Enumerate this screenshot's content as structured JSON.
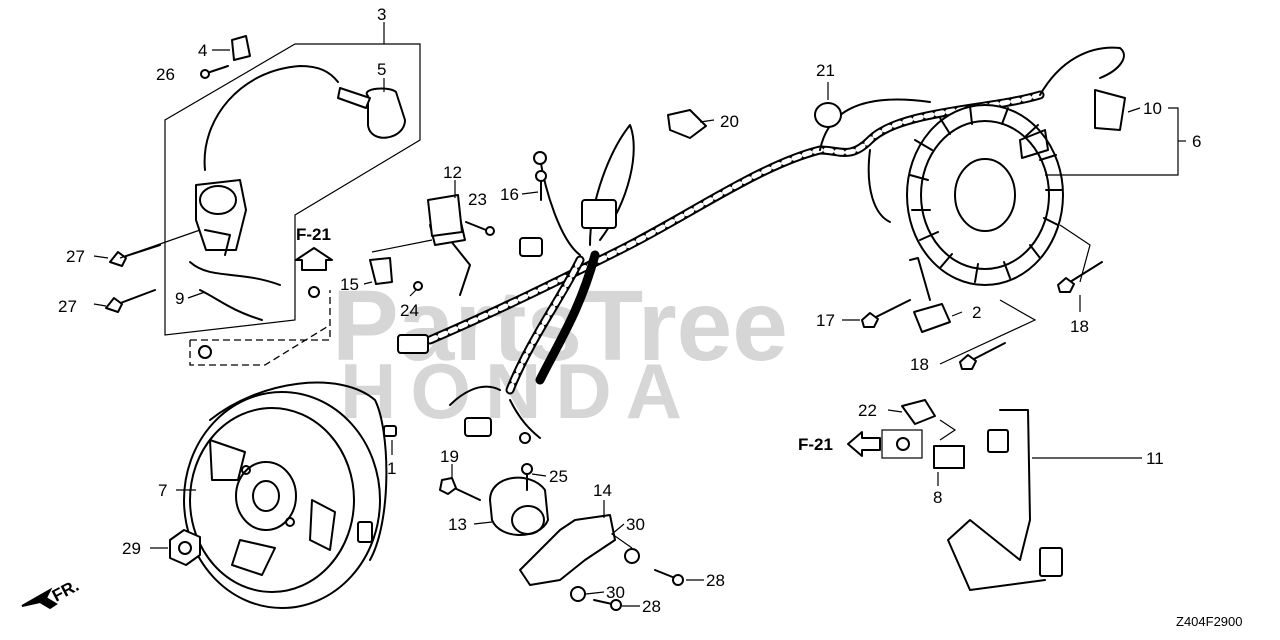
{
  "watermark": {
    "line1": "PartsTree",
    "line2": "HONDA"
  },
  "diagram_code": "Z404F2900",
  "direction_label": "FR.",
  "ref_labels": [
    "F-21",
    "F-21"
  ],
  "callouts": [
    "1",
    "2",
    "3",
    "4",
    "5",
    "6",
    "7",
    "8",
    "9",
    "10",
    "11",
    "12",
    "13",
    "14",
    "15",
    "16",
    "17",
    "18",
    "18",
    "19",
    "20",
    "21",
    "22",
    "23",
    "24",
    "25",
    "26",
    "27",
    "27",
    "28",
    "28",
    "29",
    "30",
    "30"
  ]
}
